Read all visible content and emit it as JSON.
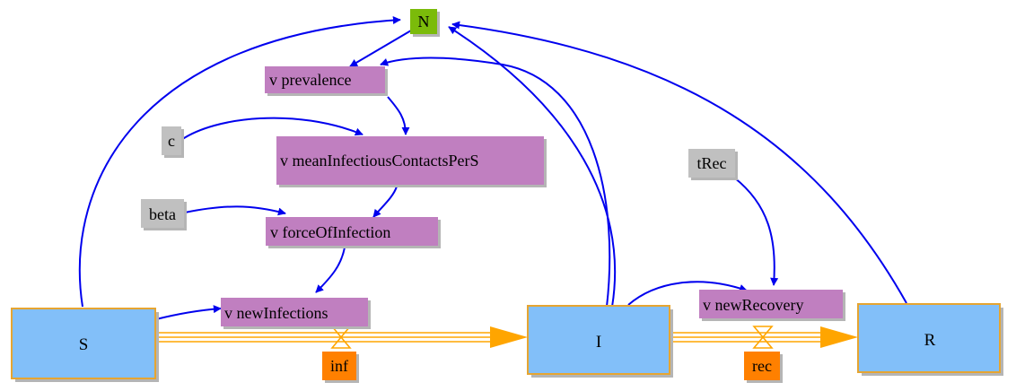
{
  "colors": {
    "stock_fill": "#82bff9",
    "stock_border": "#e6a531",
    "stock_shadow": "#b5b5b5",
    "variable_fill": "#c07fc0",
    "constant_fill": "#c0c0c0",
    "total_fill": "#7bbb0a",
    "flow_label_fill": "#ff8000",
    "flow_pipe": "#ffa500",
    "influence_arrow": "#0000ee"
  },
  "stocks": {
    "s": "S",
    "i": "I",
    "r": "R"
  },
  "variables": {
    "prevalence": "v prevalence",
    "mean_infectious_contacts": "v meanInfectiousContactsPerS",
    "force_of_infection": "v forceOfInfection",
    "new_infections": "v newInfections",
    "new_recovery": "v newRecovery"
  },
  "constants": {
    "c": "c",
    "beta": "beta",
    "t_rec": "tRec"
  },
  "total": {
    "n": "N"
  },
  "flows": {
    "inf": "inf",
    "rec": "rec"
  }
}
